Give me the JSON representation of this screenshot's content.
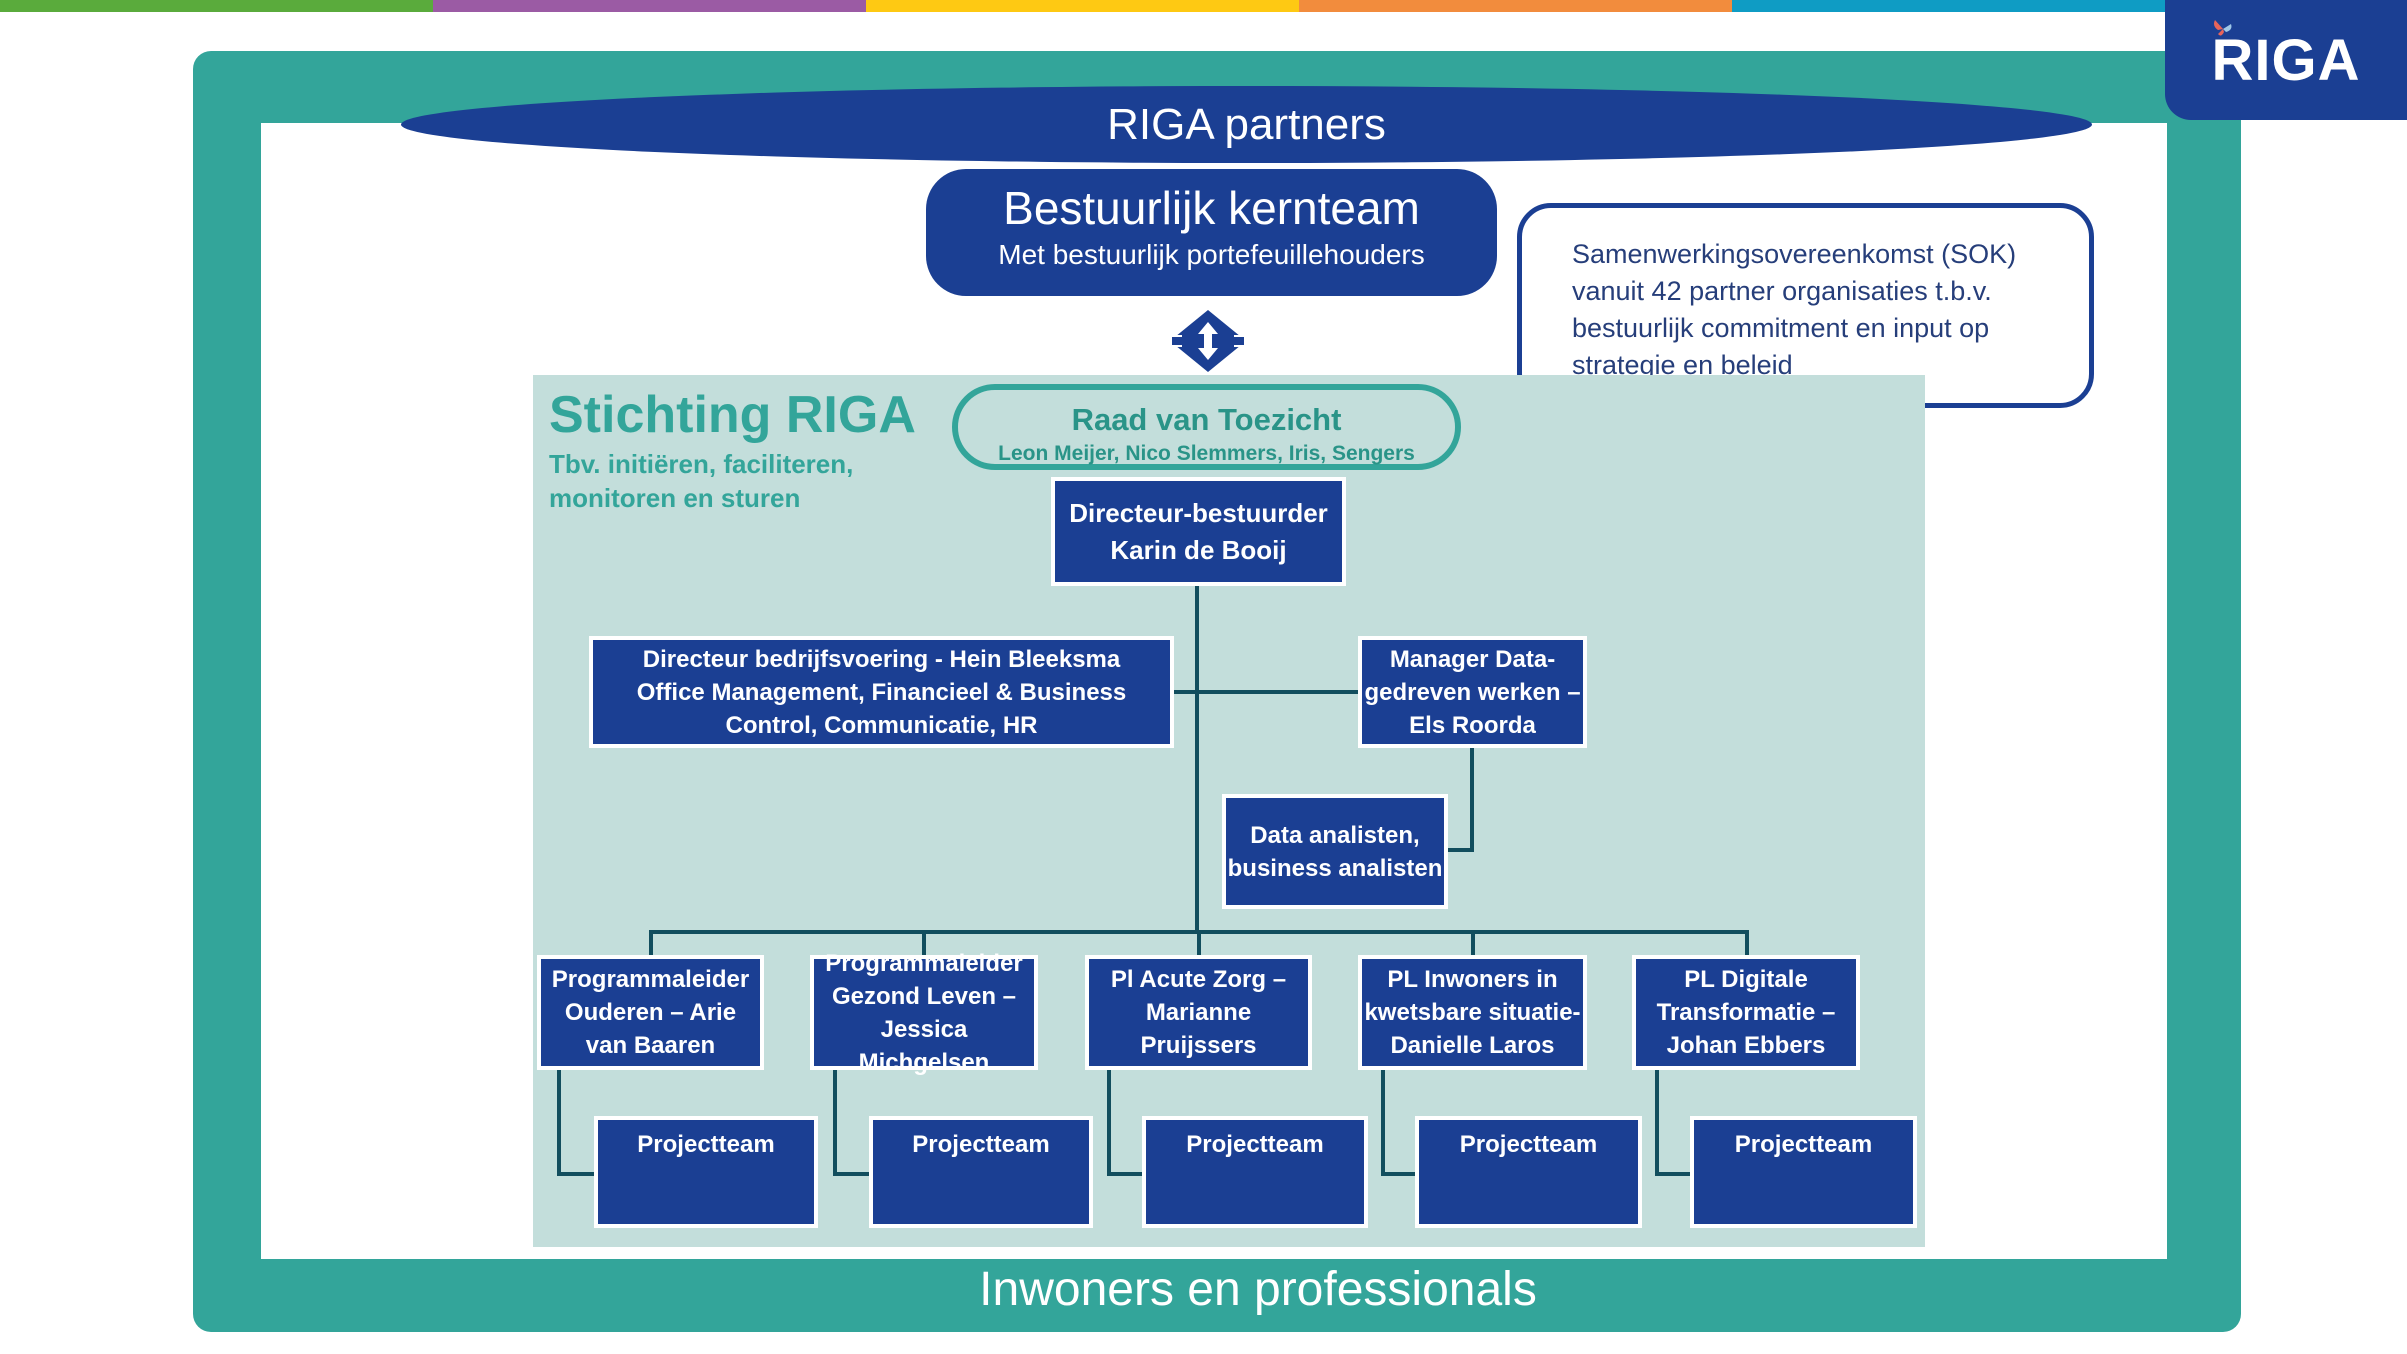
{
  "top_bar_colors": [
    "#5aab3c",
    "#9b5ba4",
    "#fec913",
    "#f28c3d",
    "#0f9cc4"
  ],
  "logo": {
    "text": "RIGA",
    "icon": "butterfly-icon",
    "background": "#1b3f93"
  },
  "colors": {
    "navy": "#1b3f93",
    "teal": "#33a59a",
    "light_teal": "#c3dedb",
    "connector": "#124e5e"
  },
  "partners": {
    "label": "RIGA partners"
  },
  "kernteam": {
    "title": "Bestuurlijk kernteam",
    "subtitle": "Met bestuurlijk portefeuillehouders"
  },
  "sok": {
    "lines": [
      "Samenwerkingsovereenkomst (SOK)",
      "vanuit 42 partner organisaties t.b.v.",
      "bestuurlijk commitment en input op",
      "strategie en beleid"
    ]
  },
  "exchange_icon": "double-arrow-icon",
  "stichting": {
    "title": "Stichting RIGA",
    "subtitle_lines": [
      "Tbv. initiëren, faciliteren,",
      "monitoren en sturen"
    ]
  },
  "raad": {
    "title": "Raad van Toezicht",
    "members": "Leon Meijer, Nico Slemmers, Iris, Sengers"
  },
  "directeur": {
    "lines": [
      "Directeur-bestuurder",
      "Karin de Booij"
    ]
  },
  "bedrijfsvoering": {
    "lines": [
      "Directeur bedrijfsvoering - Hein Bleeksma",
      "Office Management, Financieel & Business",
      "Control, Communicatie, HR"
    ]
  },
  "manager_data": {
    "lines": [
      "Manager Data-",
      "gedreven werken –",
      "Els Roorda"
    ]
  },
  "analisten": {
    "lines": [
      "Data analisten,",
      "business analisten"
    ]
  },
  "programs": [
    {
      "lines": [
        "Programmaleider",
        "Ouderen – Arie",
        "van Baaren"
      ],
      "team": "Projectteam"
    },
    {
      "lines": [
        "Programmaleider",
        "Gezond Leven –",
        "Jessica Michgelsen"
      ],
      "team": "Projectteam"
    },
    {
      "lines": [
        "Pl Acute Zorg –",
        "Marianne",
        "Pruijssers"
      ],
      "team": "Projectteam"
    },
    {
      "lines": [
        "PL Inwoners in",
        "kwetsbare situatie-",
        "Danielle Laros"
      ],
      "team": "Projectteam"
    },
    {
      "lines": [
        "PL Digitale",
        "Transformatie –",
        "Johan Ebbers"
      ],
      "team": "Projectteam"
    }
  ],
  "footer": {
    "label": "Inwoners en professionals"
  }
}
